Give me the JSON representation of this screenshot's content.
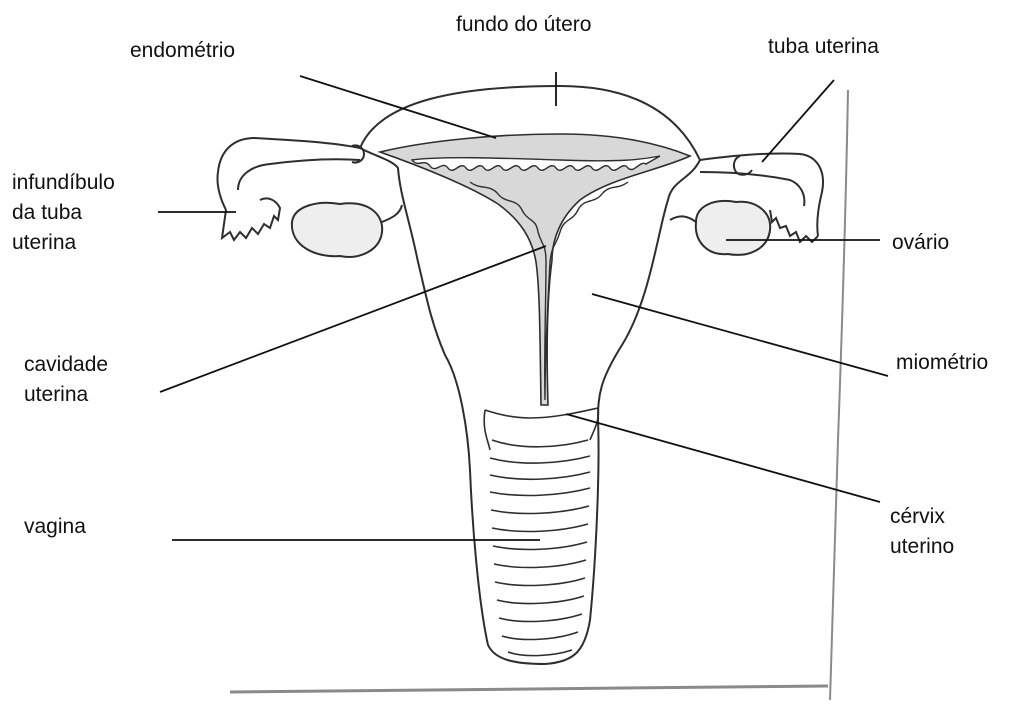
{
  "diagram": {
    "labels": {
      "fundo": "fundo do útero",
      "endometrio": "endométrio",
      "tuba": "tuba uterina",
      "infundibulo": [
        "infundíbulo",
        "da tuba",
        "uterina"
      ],
      "ovario": "ovário",
      "cavidade": [
        "cavidade",
        "uterina"
      ],
      "miometrio": "miométrio",
      "vagina": "vagina",
      "cervix": [
        "cérvix",
        "uterino"
      ]
    },
    "colors": {
      "ink": "#2e2e2e",
      "paper_edge": "#8a8a8a",
      "endometrium_fill": "#d8d8d8",
      "ovary_fill": "#eeeeee",
      "text": "#111111"
    }
  }
}
